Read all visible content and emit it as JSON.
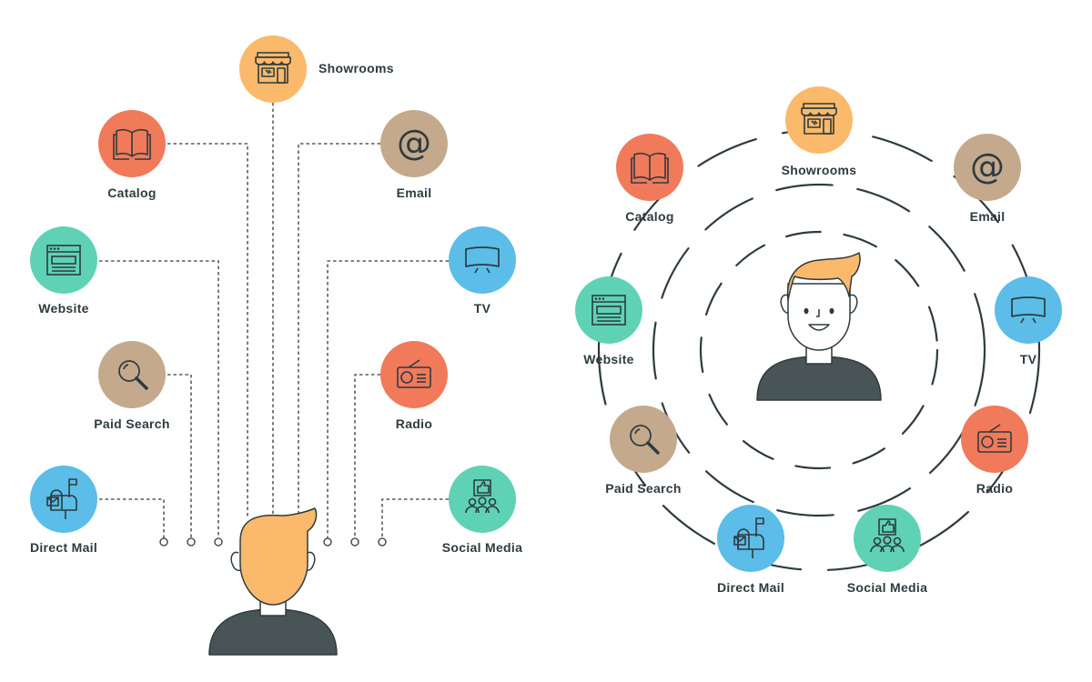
{
  "colors": {
    "showrooms": "#fbb96b",
    "catalog": "#f07a5a",
    "email": "#c4a98c",
    "website": "#5fd2b5",
    "tv": "#5bbde8",
    "paid_search": "#c4a98c",
    "radio": "#f07a5a",
    "direct_mail": "#5bbde8",
    "social_media": "#5fd2b5",
    "hair": "#fbb96b",
    "shirt": "#485456",
    "ink": "#2e3b3f"
  },
  "left_diagram": {
    "channels": [
      {
        "key": "showrooms",
        "label": "Showrooms",
        "icon": "storefront-icon"
      },
      {
        "key": "catalog",
        "label": "Catalog",
        "icon": "book-icon"
      },
      {
        "key": "email",
        "label": "Email",
        "icon": "at-sign-icon"
      },
      {
        "key": "website",
        "label": "Website",
        "icon": "browser-window-icon"
      },
      {
        "key": "tv",
        "label": "TV",
        "icon": "tv-icon"
      },
      {
        "key": "paid_search",
        "label": "Paid Search",
        "icon": "magnifier-icon"
      },
      {
        "key": "radio",
        "label": "Radio",
        "icon": "radio-icon"
      },
      {
        "key": "direct_mail",
        "label": "Direct Mail",
        "icon": "mailbox-icon"
      },
      {
        "key": "social_media",
        "label": "Social Media",
        "icon": "social-media-icon"
      }
    ]
  },
  "right_diagram": {
    "channels": [
      {
        "key": "showrooms",
        "label": "Showrooms",
        "icon": "storefront-icon"
      },
      {
        "key": "catalog",
        "label": "Catalog",
        "icon": "book-icon"
      },
      {
        "key": "email",
        "label": "Email",
        "icon": "at-sign-icon"
      },
      {
        "key": "website",
        "label": "Website",
        "icon": "browser-window-icon"
      },
      {
        "key": "tv",
        "label": "TV",
        "icon": "tv-icon"
      },
      {
        "key": "paid_search",
        "label": "Paid Search",
        "icon": "magnifier-icon"
      },
      {
        "key": "radio",
        "label": "Radio",
        "icon": "radio-icon"
      },
      {
        "key": "direct_mail",
        "label": "Direct Mail",
        "icon": "mailbox-icon"
      },
      {
        "key": "social_media",
        "label": "Social Media",
        "icon": "social-media-icon"
      }
    ]
  }
}
